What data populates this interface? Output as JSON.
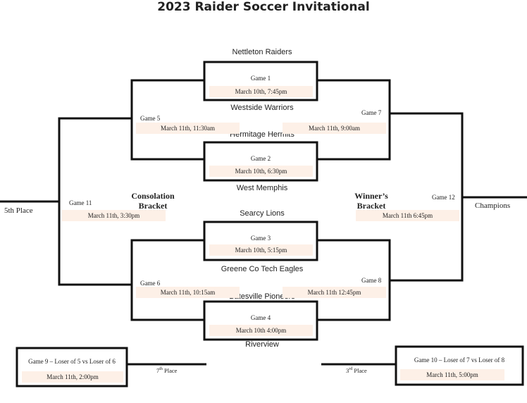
{
  "title": "2023 Raider Soccer Invitational",
  "teams": {
    "t1": "Nettleton Raiders",
    "t2": "Westside Warriors",
    "t3": "Hermitage Hermits",
    "t4": "West Memphis",
    "t5": "Searcy Lions",
    "t6": "Greene Co Tech Eagles",
    "t7": "Batesville Pioneers",
    "t8": "Riverview"
  },
  "games": {
    "g1": {
      "label": "Game 1",
      "time": "March 10th, 7:45pm"
    },
    "g2": {
      "label": "Game 2",
      "time": "March 10th, 6:30pm"
    },
    "g3": {
      "label": "Game 3",
      "time": "March 10th, 5:15pm"
    },
    "g4": {
      "label": "Game 4",
      "time": "March 10th 4:00pm"
    },
    "g5": {
      "label": "Game 5",
      "time": "March 11th, 11:30am"
    },
    "g6": {
      "label": "Game 6",
      "time": "March 11th, 10:15am"
    },
    "g7": {
      "label": "Game 7",
      "time": "March 11th, 9:00am"
    },
    "g8": {
      "label": "Game 8",
      "time": "March 11th 12:45pm"
    },
    "g9": {
      "label": "Game 9 – Loser of 5 vs Loser of 6",
      "time": "March 11th, 2:00pm"
    },
    "g10": {
      "label": "Game 10 – Loser of 7 vs Loser of 8",
      "time": "March 11th, 5:00pm"
    },
    "g11": {
      "label": "Game 11",
      "time": "March 11th, 3:30pm"
    },
    "g12": {
      "label": "Game 12",
      "time": "March 11th 6:45pm"
    }
  },
  "brackets": {
    "consolation_line1": "Consolation",
    "consolation_line2": "Bracket",
    "winners_line1": "Winner’s",
    "winners_line2": "Bracket"
  },
  "results": {
    "fifth": "5th Place",
    "champions": "Champions",
    "seventh_num": "7",
    "seventh_sup": "th",
    "seventh_word": " Place",
    "third_num": "3",
    "third_sup": "rd",
    "third_word": " Place"
  },
  "colors": {
    "line": "#111111",
    "time_bg": "#fdf0e7"
  }
}
